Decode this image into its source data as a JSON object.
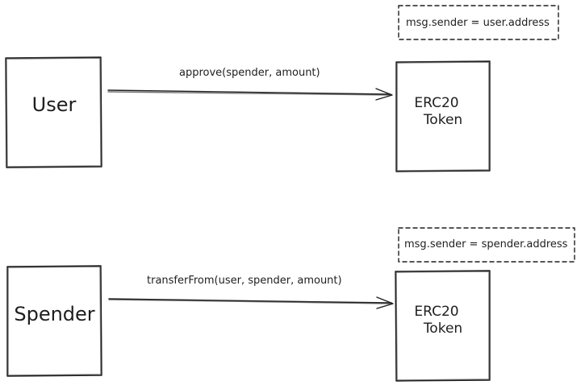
{
  "scenario_1": {
    "actor": "User",
    "call": "approve(spender, amount)",
    "target_line_1": "ERC20",
    "target_line_2": "Token",
    "note": "msg.sender = user.address"
  },
  "scenario_2": {
    "actor": "Spender",
    "call": "transferFrom(user, spender, amount)",
    "target_line_1": "ERC20",
    "target_line_2": "Token",
    "note": "msg.sender = spender.address"
  },
  "colors": {
    "stroke": "#1e1e1e",
    "background": "#ffffff"
  }
}
